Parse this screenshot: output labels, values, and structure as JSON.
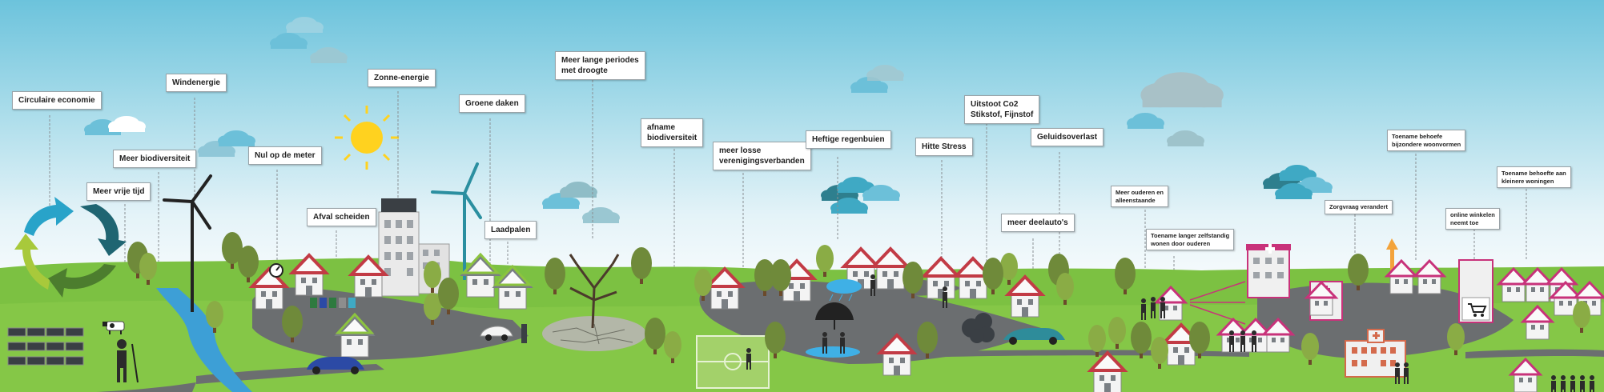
{
  "labels": {
    "circulaire_economie": "Circulaire economie",
    "meer_vrije_tijd": "Meer vrije tijd",
    "meer_biodiversiteit": "Meer biodiversiteit",
    "windenergie": "Windenergie",
    "nul_op_de_meter": "Nul op de meter",
    "zonne_energie": "Zonne-energie",
    "afval_scheiden": "Afval scheiden",
    "groene_daken": "Groene daken",
    "laadpalen": "Laadpalen",
    "droogte_1": "Meer lange periodes",
    "droogte_2": "met droogte",
    "afname_1": "afname",
    "afname_2": "biodiversiteit",
    "losse_1": "meer losse",
    "losse_2": "verenigingsverbanden",
    "heftige_regenbuien": "Heftige regenbuien",
    "hitte_stress": "Hitte Stress",
    "uitstoot_1": "Uitstoot Co2",
    "uitstoot_2": "Stikstof, Fijnstof",
    "geluidsoverlast": "Geluidsoverlast",
    "deelautos": "meer deelauto's",
    "ouderen_1": "Meer ouderen en",
    "ouderen_2": "alleenstaande",
    "zelfstandig_1": "Toename langer zelfstandig",
    "zelfstandig_2": "wonen door ouderen",
    "zorgvraag": "Zorgvraag verandert",
    "bijzondere_1": "Toename behoefe",
    "bijzondere_2": "bijzondere woonvormen",
    "winkelen_1": "online winkelen",
    "winkelen_2": "neemt toe",
    "kleinere_1": "Toename behoefte aan",
    "kleinere_2": "kleinere woningen"
  },
  "colors": {
    "grass": "#7cc142",
    "road": "#6b6e70",
    "sky": "#6cc3dc",
    "sun": "#ffd21f",
    "roof": "#c23b45",
    "accent_pink": "#c8327a"
  },
  "icons": [
    "recycle-icon",
    "wind-turbine-icon",
    "sun-icon",
    "solar-panel-icon",
    "hospital-icon",
    "shopping-cart-icon",
    "umbrella-icon",
    "car-icon"
  ]
}
